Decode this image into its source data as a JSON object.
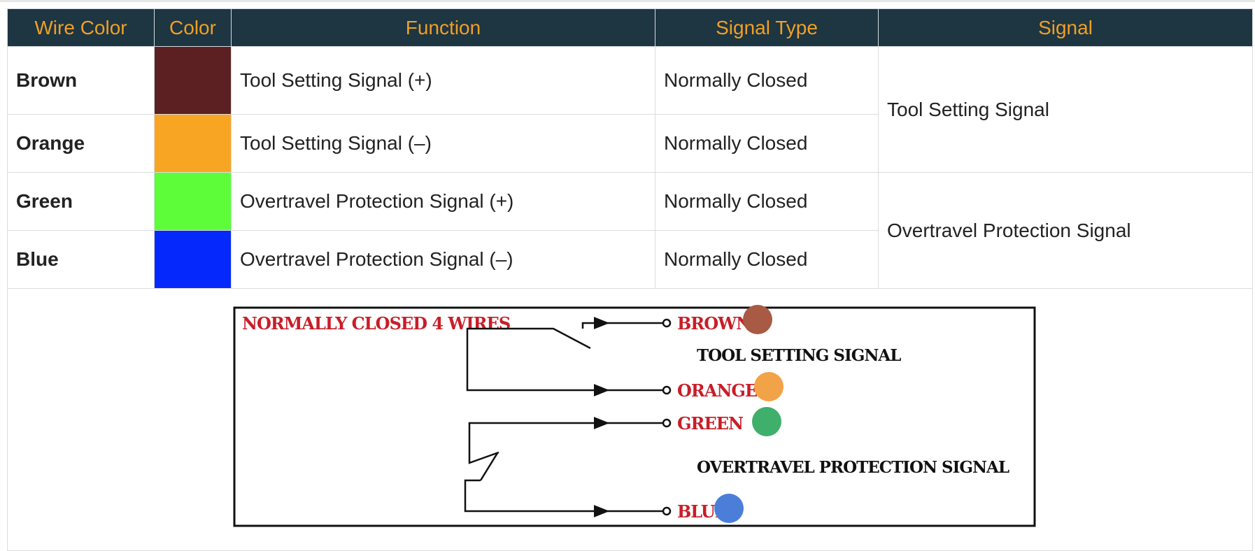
{
  "headers": {
    "wire_color": "Wire Color",
    "color": "Color",
    "function": "Function",
    "signal_type": "Signal Type",
    "signal": "Signal"
  },
  "header_style": {
    "background": "#1e3542",
    "text_color": "#f0a024"
  },
  "rows": [
    {
      "wire_color": "Brown",
      "swatch": "#5c2022",
      "function": "Tool Setting Signal (+)",
      "signal_type": "Normally Closed"
    },
    {
      "wire_color": "Orange",
      "swatch": "#f8a524",
      "function": "Tool Setting Signal (–)",
      "signal_type": "Normally Closed"
    },
    {
      "wire_color": "Green",
      "swatch": "#5dfd3a",
      "function": "Overtravel Protection Signal (+)",
      "signal_type": "Normally Closed"
    },
    {
      "wire_color": "Blue",
      "swatch": "#0529fd",
      "function": "Overtravel Protection Signal (–)",
      "signal_type": "Normally Closed"
    }
  ],
  "signal_groups": [
    {
      "label": "Tool Setting Signal"
    },
    {
      "label": "Overtravel Protection Signal"
    }
  ],
  "diagram": {
    "title": "NORMALLY CLOSED 4 WIRES",
    "title_color": "#c81e28",
    "group_labels": {
      "tool": "TOOL SETTING SIGNAL",
      "overtravel": "OVERTRAVEL PROTECTION SIGNAL"
    },
    "wires": [
      {
        "label": "BROWN",
        "dot_color": "#a85a44"
      },
      {
        "label": "ORANGE",
        "dot_color": "#f2a247"
      },
      {
        "label": "GREEN",
        "dot_color": "#3faf6c"
      },
      {
        "label": "BLUE",
        "dot_color": "#4a7ed8"
      }
    ]
  }
}
